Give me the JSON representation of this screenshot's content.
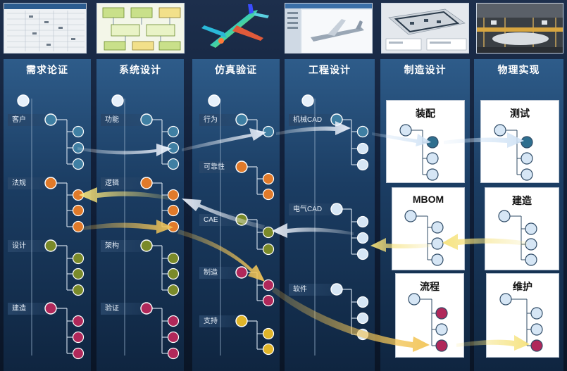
{
  "columns": [
    {
      "title": "需求论证",
      "nodes": [
        {
          "label": "客户",
          "color": "#3f7fa3"
        },
        {
          "label": "法规",
          "color": "#e07a2a"
        },
        {
          "label": "设计",
          "color": "#7a8a2a"
        },
        {
          "label": "建造",
          "color": "#b0285a"
        }
      ]
    },
    {
      "title": "系统设计",
      "nodes": [
        {
          "label": "功能",
          "color": "#3f7fa3"
        },
        {
          "label": "逻辑",
          "color": "#e07a2a"
        },
        {
          "label": "架构",
          "color": "#7a8a2a"
        },
        {
          "label": "验证",
          "color": "#b0285a"
        }
      ]
    },
    {
      "title": "仿真验证",
      "nodes": [
        {
          "label": "行为",
          "color": "#3f7fa3"
        },
        {
          "label": "可靠性",
          "color": "#e07a2a"
        },
        {
          "label": "CAE",
          "color": "#7a8a2a"
        },
        {
          "label": "制造",
          "color": "#b0285a"
        },
        {
          "label": "支持",
          "color": "#e0b52a"
        }
      ]
    },
    {
      "title": "工程设计",
      "nodes": [
        {
          "label": "机械CAD",
          "color": "#3f7fa3"
        },
        {
          "label": "电气CAD",
          "color": "#d6e6f5"
        },
        {
          "label": "软件",
          "color": "#d6e6f5"
        }
      ]
    },
    {
      "title": "制造设计",
      "cards": [
        "装配",
        "MBOM",
        "流程"
      ]
    },
    {
      "title": "物理实现",
      "cards": [
        "测试",
        "建造",
        "维护"
      ]
    }
  ],
  "palette": {
    "blue": "#3f7fa3",
    "orange": "#e07a2a",
    "olive": "#7a8a2a",
    "crimson": "#b0285a",
    "yellow": "#e0b52a",
    "light": "#d6e6f5",
    "dark_blue": "#2f6f8f"
  }
}
